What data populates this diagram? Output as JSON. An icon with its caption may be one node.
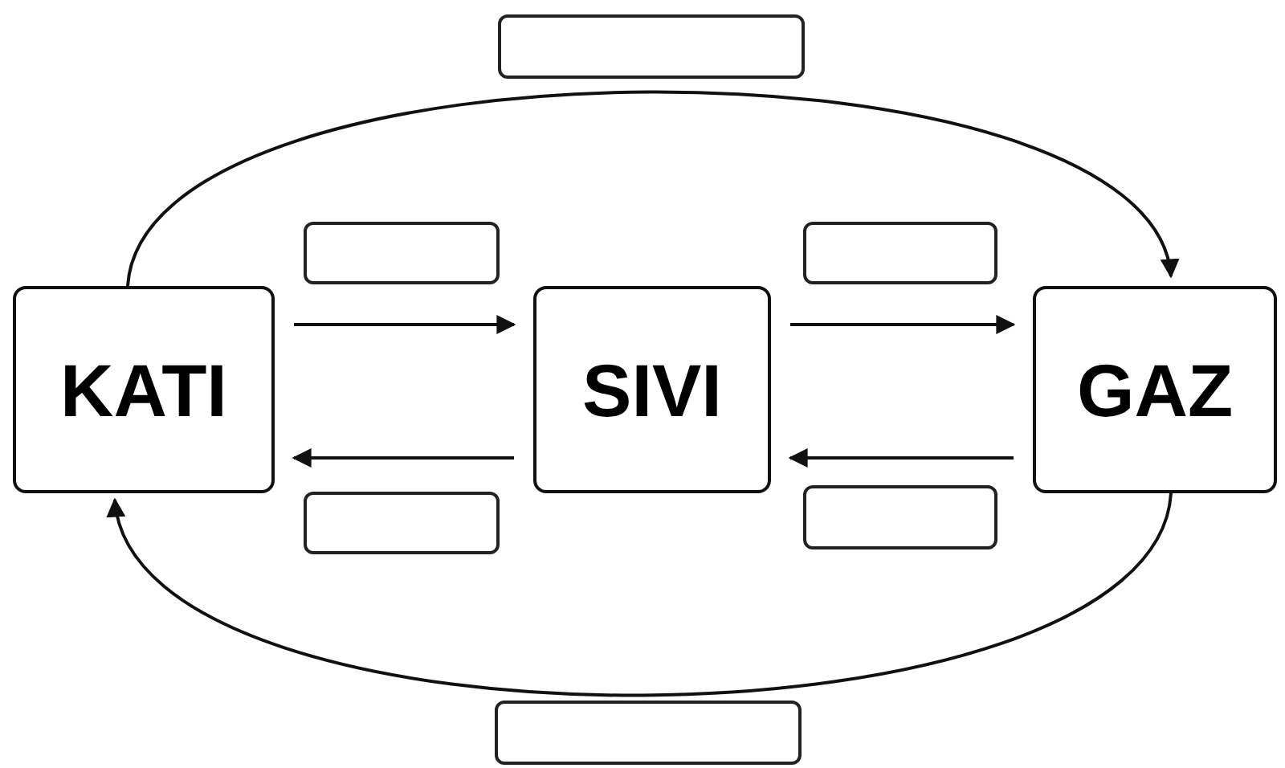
{
  "diagram": {
    "nodes": [
      {
        "text": [],
        "shape": "box"
      },
      {
        "text": [],
        "shape": "box"
      },
      {
        "text": [],
        "shape": "box"
      },
      {
        "text": [
          "KATI"
        ]
      },
      {
        "text": [
          "SIVI"
        ]
      },
      {
        "text": [
          "GAZ"
        ]
      },
      {
        "text": [],
        "shape": "box"
      },
      {
        "text": [],
        "shape": "box"
      },
      {
        "text": [],
        "shape": "box"
      }
    ],
    "edges": [
      {
        "from": 3,
        "to": 4,
        "arrow": "to"
      },
      {
        "from": 4,
        "to": 3,
        "arrow": "to"
      },
      {
        "from": 4,
        "to": 5,
        "arrow": "to"
      },
      {
        "from": 5,
        "to": 4,
        "arrow": "to"
      },
      {
        "from": 3,
        "to": 5,
        "arrow": "to"
      },
      {
        "from": 5,
        "to": 3,
        "arrow": "to"
      }
    ]
  }
}
